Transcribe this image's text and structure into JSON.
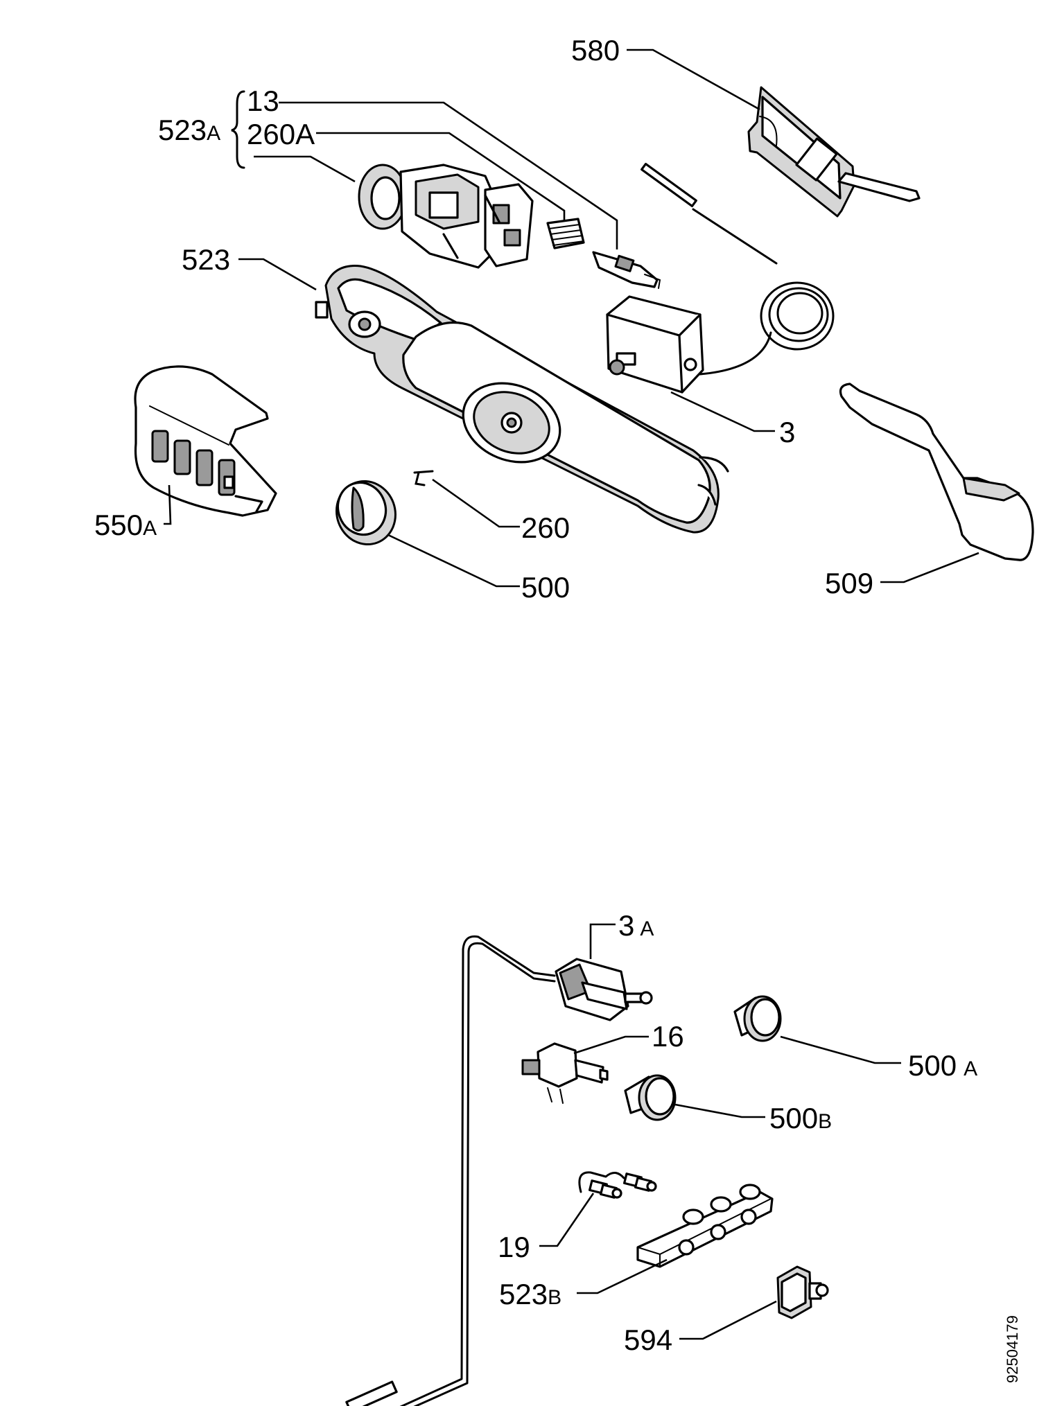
{
  "labels": {
    "p580": "580",
    "p13": "13",
    "p260A": "260",
    "p260A_suffix": "A",
    "p523A": "523",
    "p523A_suffix": "A",
    "p523": "523",
    "p3": "3",
    "p550A": "550",
    "p550A_suffix": "A",
    "p260": "260",
    "p500": "500",
    "p509": "509",
    "p3A": "3",
    "p3A_suffix": "A",
    "p16": "16",
    "p500A": "500",
    "p500A_suffix": "A",
    "p500B": "500",
    "p500B_suffix": "B",
    "p19": "19",
    "p523B": "523",
    "p523B_suffix": "B",
    "p594": "594"
  },
  "document_number": "92504179"
}
